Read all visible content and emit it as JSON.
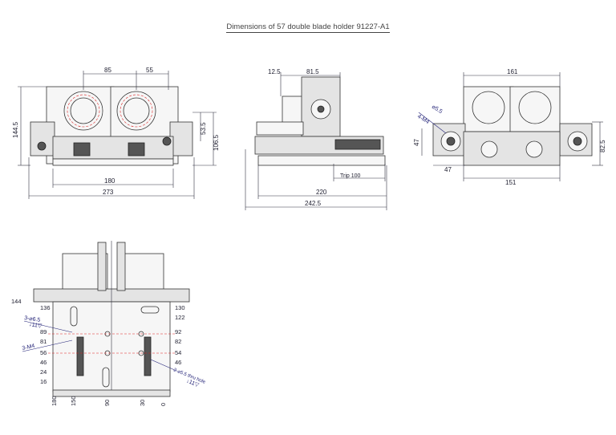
{
  "title": "Dimensions of 57 double blade holder 91227-A1",
  "front_view": {
    "dims": {
      "top_left": "85",
      "top_right": "55",
      "height_left": "144.5",
      "right_a": "53.5",
      "right_b": "106.5",
      "bottom_inner": "180",
      "bottom_outer": "273"
    }
  },
  "side_view": {
    "dims": {
      "top_a": "12.5",
      "top_b": "81.5",
      "trip": "Trip 100",
      "mid": "220",
      "total": "242.5"
    }
  },
  "right_view": {
    "dims": {
      "top": "161",
      "thread": "4-M4",
      "hole": "⌀5.5",
      "left_h": "47",
      "right_h": "82.5",
      "bottom_small": "47",
      "bottom": "151"
    }
  },
  "bottom_view": {
    "left_values": [
      "144",
      "136",
      "89",
      "81",
      "56",
      "46",
      "24",
      "16"
    ],
    "right_values": [
      "130",
      "122",
      "92",
      "82",
      "54",
      "46"
    ],
    "bottom_values": [
      "180",
      "150",
      "90",
      "30",
      "0"
    ],
    "notes": {
      "hole_a": "3-⌀6.5",
      "depth_a": "↓11▽",
      "thread": "3-M4",
      "hole_b": "2-⌀5.5 thru hole",
      "depth_b": "↓11▽"
    }
  }
}
